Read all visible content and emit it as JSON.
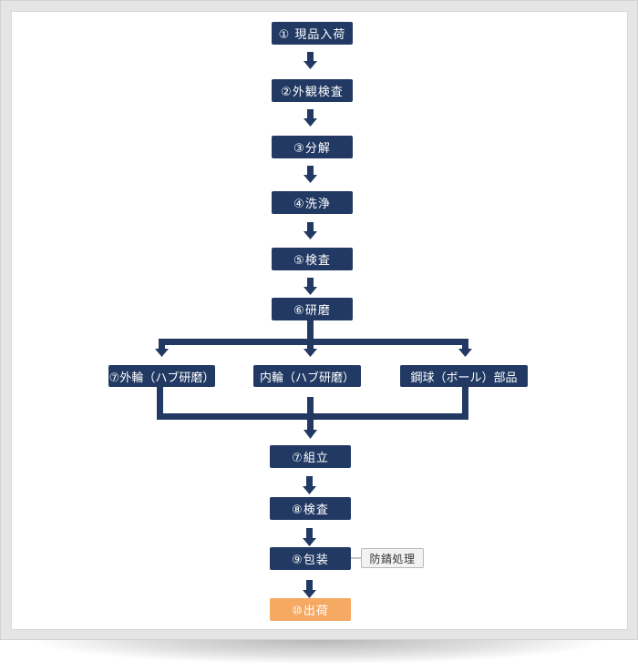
{
  "flow": {
    "steps": [
      "① 現品入荷",
      "②外観検査",
      "③分解",
      "④洗浄",
      "⑤検査",
      "⑥研磨"
    ],
    "branches": [
      "⑦外輪（ハブ研磨）",
      "内輪（ハブ研磨）",
      "鋼球（ボール）部品"
    ],
    "after_steps": [
      "⑦組立",
      "⑧検査",
      "⑨包装"
    ],
    "final": "⑩出荷",
    "note": "防錆処理"
  },
  "colors": {
    "step": "#213963",
    "final": "#f6a962",
    "connector": "#213963",
    "note_bg": "#f2f2f2"
  }
}
